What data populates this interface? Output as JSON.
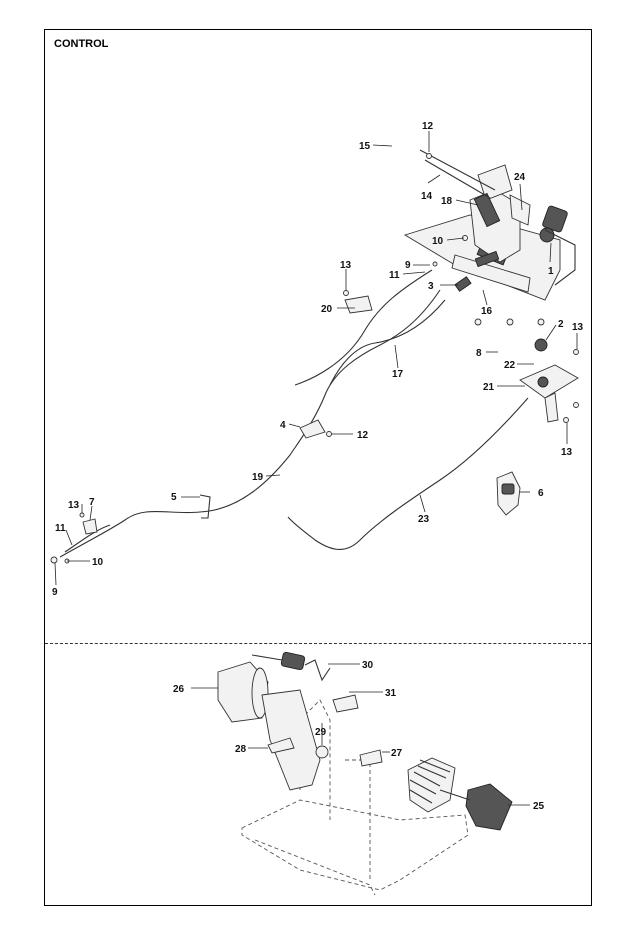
{
  "title": "CONTROL",
  "callouts": [
    "1",
    "2",
    "3",
    "4",
    "5",
    "6",
    "7",
    "8",
    "9",
    "10",
    "11",
    "12",
    "13",
    "14",
    "15",
    "16",
    "17",
    "18",
    "19",
    "20",
    "21",
    "22",
    "23",
    "24",
    "25",
    "26",
    "27",
    "28",
    "29",
    "30",
    "31"
  ],
  "repeat_labels": {
    "9": "9",
    "10": "10",
    "11": "11",
    "12": "12",
    "13": "13"
  }
}
